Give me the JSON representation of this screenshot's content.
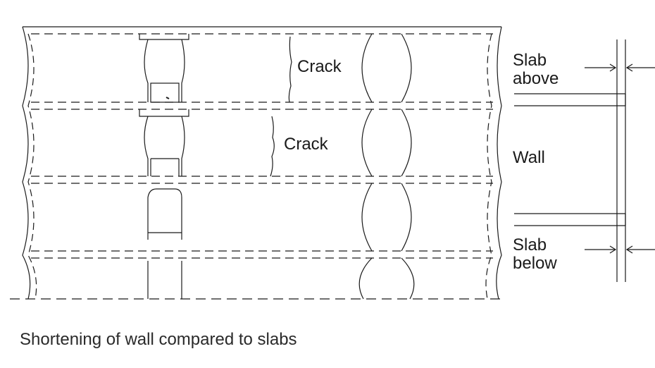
{
  "labels": {
    "crack_top": "Crack",
    "crack_middle": "Crack",
    "slab_above_line1": "Slab",
    "slab_above_line2": "above",
    "wall": "Wall",
    "slab_below_line1": "Slab",
    "slab_below_line2": "below"
  },
  "caption": "Shortening of wall compared to slabs",
  "colors": {
    "ink": "#1a1a1a",
    "background": "#ffffff"
  }
}
